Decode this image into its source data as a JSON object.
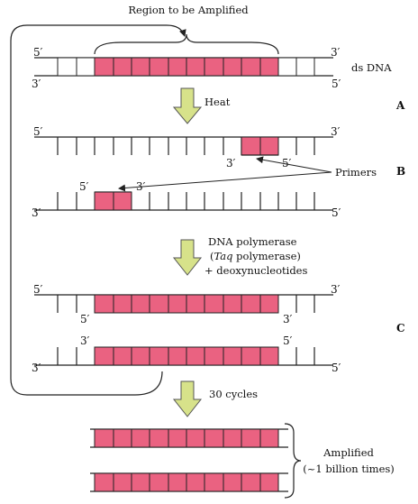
{
  "title": "Region to be Amplified",
  "labels": {
    "ds_dna": "ds DNA",
    "heat": "Heat",
    "primers": "Primers",
    "poly_line1": "DNA polymerase",
    "poly_line2_open": "(",
    "poly_line2_italic": "Taq",
    "poly_line2_rest": " polymerase)",
    "poly_line3": "+ deoxynucleotides",
    "cycles": "30 cycles",
    "amplified_line1": "Amplified",
    "amplified_line2": "(~1 billion times)"
  },
  "ends": {
    "five": "5′",
    "three": "3′"
  },
  "steps": [
    "A",
    "B",
    "C"
  ],
  "colors": {
    "segment_fill": "#ea6281",
    "arrow_fill": "#d7e28a",
    "arrow_stroke": "#555555",
    "line": "#222222"
  }
}
